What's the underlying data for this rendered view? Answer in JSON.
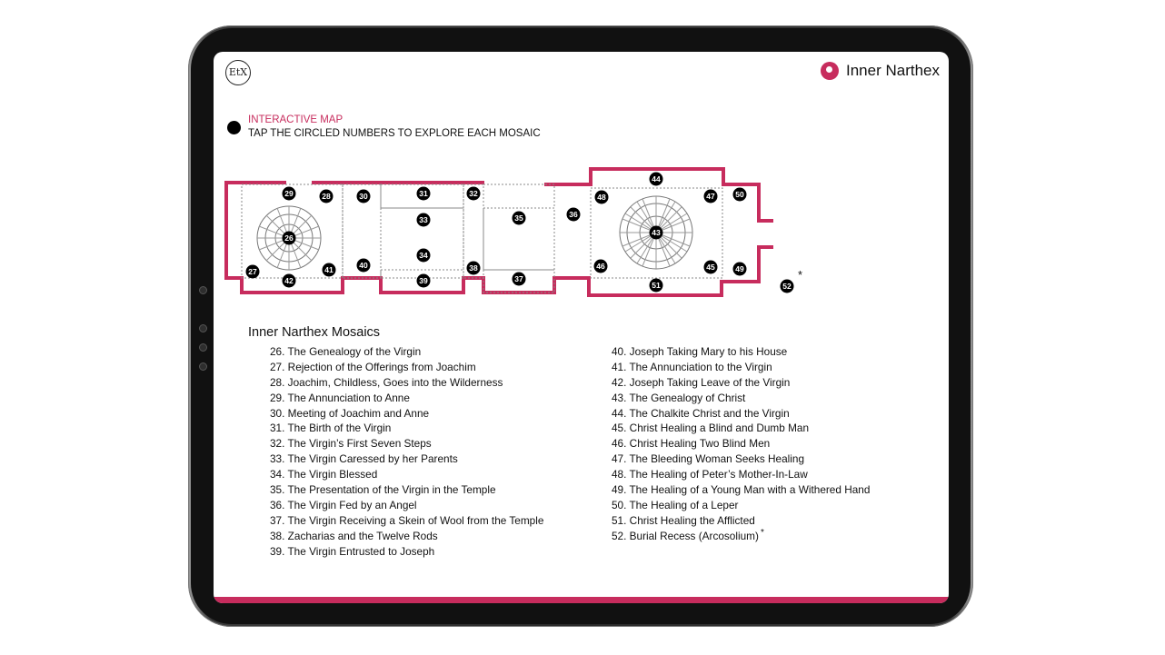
{
  "header": {
    "logo_text": "EtX",
    "location": "Inner Narthex",
    "pin_icon": "location-pin-icon"
  },
  "colors": {
    "accent": "#c72c5d"
  },
  "map": {
    "title": "INTERACTIVE MAP",
    "subtitle": "TAP THE CIRCLED NUMBERS TO EXPLORE EACH MOSAIC",
    "markers": [
      "26",
      "27",
      "28",
      "29",
      "30",
      "31",
      "32",
      "33",
      "34",
      "35",
      "36",
      "37",
      "38",
      "39",
      "40",
      "41",
      "42",
      "43",
      "44",
      "45",
      "46",
      "47",
      "48",
      "49",
      "50",
      "51",
      "52"
    ],
    "footnote_star": "*"
  },
  "list": {
    "heading": "Inner Narthex Mosaics",
    "left": [
      "26.  The Genealogy of the Virgin",
      "27.  Rejection of the Offerings from Joachim",
      "28.  Joachim, Childless, Goes into the Wilderness",
      "29.  The Annunciation to Anne",
      "30.  Meeting of Joachim and Anne",
      "31.  The Birth of the Virgin",
      "32.  The Virgin’s First Seven Steps",
      "33.  The Virgin Caressed by her Parents",
      "34.  The Virgin Blessed",
      "35.  The Presentation of the Virgin in the Temple",
      "36.  The Virgin Fed by an Angel",
      "37.  The Virgin Receiving a Skein of Wool from the Temple",
      "38.  Zacharias and the Twelve Rods",
      "39.  The Virgin Entrusted to Joseph"
    ],
    "right": [
      "40.  Joseph Taking Mary to his House",
      "41.  The Annunciation to the Virgin",
      "42.  Joseph Taking Leave of the Virgin",
      "43.  The Genealogy of Christ",
      "44.  The Chalkite Christ and the Virgin",
      "45.  Christ Healing a Blind and Dumb Man",
      "46.  Christ Healing Two Blind Men",
      "47.  The Bleeding Woman Seeks Healing",
      "48.  The Healing of Peter’s Mother-In-Law",
      "49.  The Healing of a Young Man with a Withered Hand",
      "50.  The Healing of a Leper",
      "51.  Christ Healing the Afflicted",
      "52.  Burial Recess (Arcosolium)"
    ],
    "last_star": "*"
  }
}
